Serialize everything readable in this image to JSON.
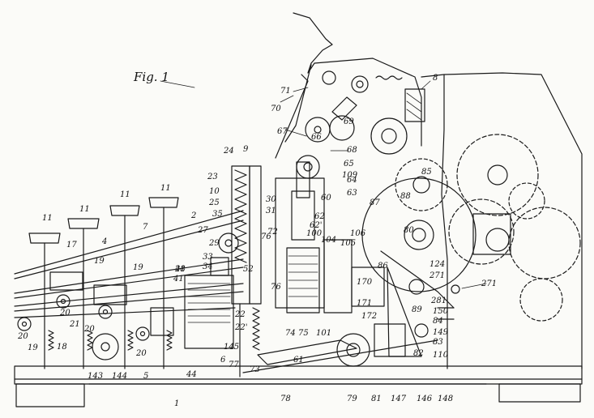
{
  "figure": {
    "label": "Fig. 1"
  },
  "labels": [
    "1",
    "2",
    "4",
    "5",
    "6",
    "7",
    "8",
    "9",
    "10",
    "11",
    "11",
    "11",
    "11",
    "17",
    "18",
    "19",
    "19",
    "19",
    "20",
    "20",
    "20",
    "20",
    "21",
    "21",
    "22",
    "22'",
    "23",
    "24",
    "25",
    "27",
    "29",
    "30",
    "31",
    "33",
    "34",
    "35",
    "41",
    "44",
    "48",
    "52",
    "60",
    "61",
    "62",
    "62'",
    "63",
    "64",
    "65",
    "66",
    "67",
    "68",
    "69",
    "70",
    "71",
    "72",
    "73",
    "74",
    "75",
    "76",
    "76",
    "77",
    "78",
    "79",
    "80",
    "81",
    "82",
    "83",
    "84",
    "85",
    "86",
    "87",
    "88",
    "89",
    "100",
    "101",
    "104",
    "105",
    "106",
    "109",
    "110",
    "124",
    "143",
    "144",
    "145",
    "146",
    "147",
    "148",
    "149",
    "150",
    "170",
    "171",
    "172",
    "271",
    "271",
    "281"
  ],
  "colors": {
    "ink": "#1a1a1a",
    "paper": "#fbfbf8"
  }
}
